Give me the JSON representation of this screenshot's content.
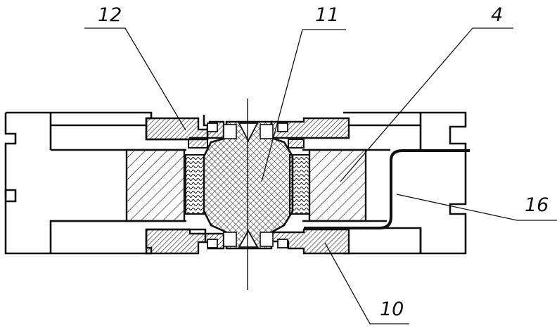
{
  "figure": {
    "labels": {
      "label_12": "12",
      "label_11": "11",
      "label_4": "4",
      "label_16": "16",
      "label_10": "10"
    }
  }
}
